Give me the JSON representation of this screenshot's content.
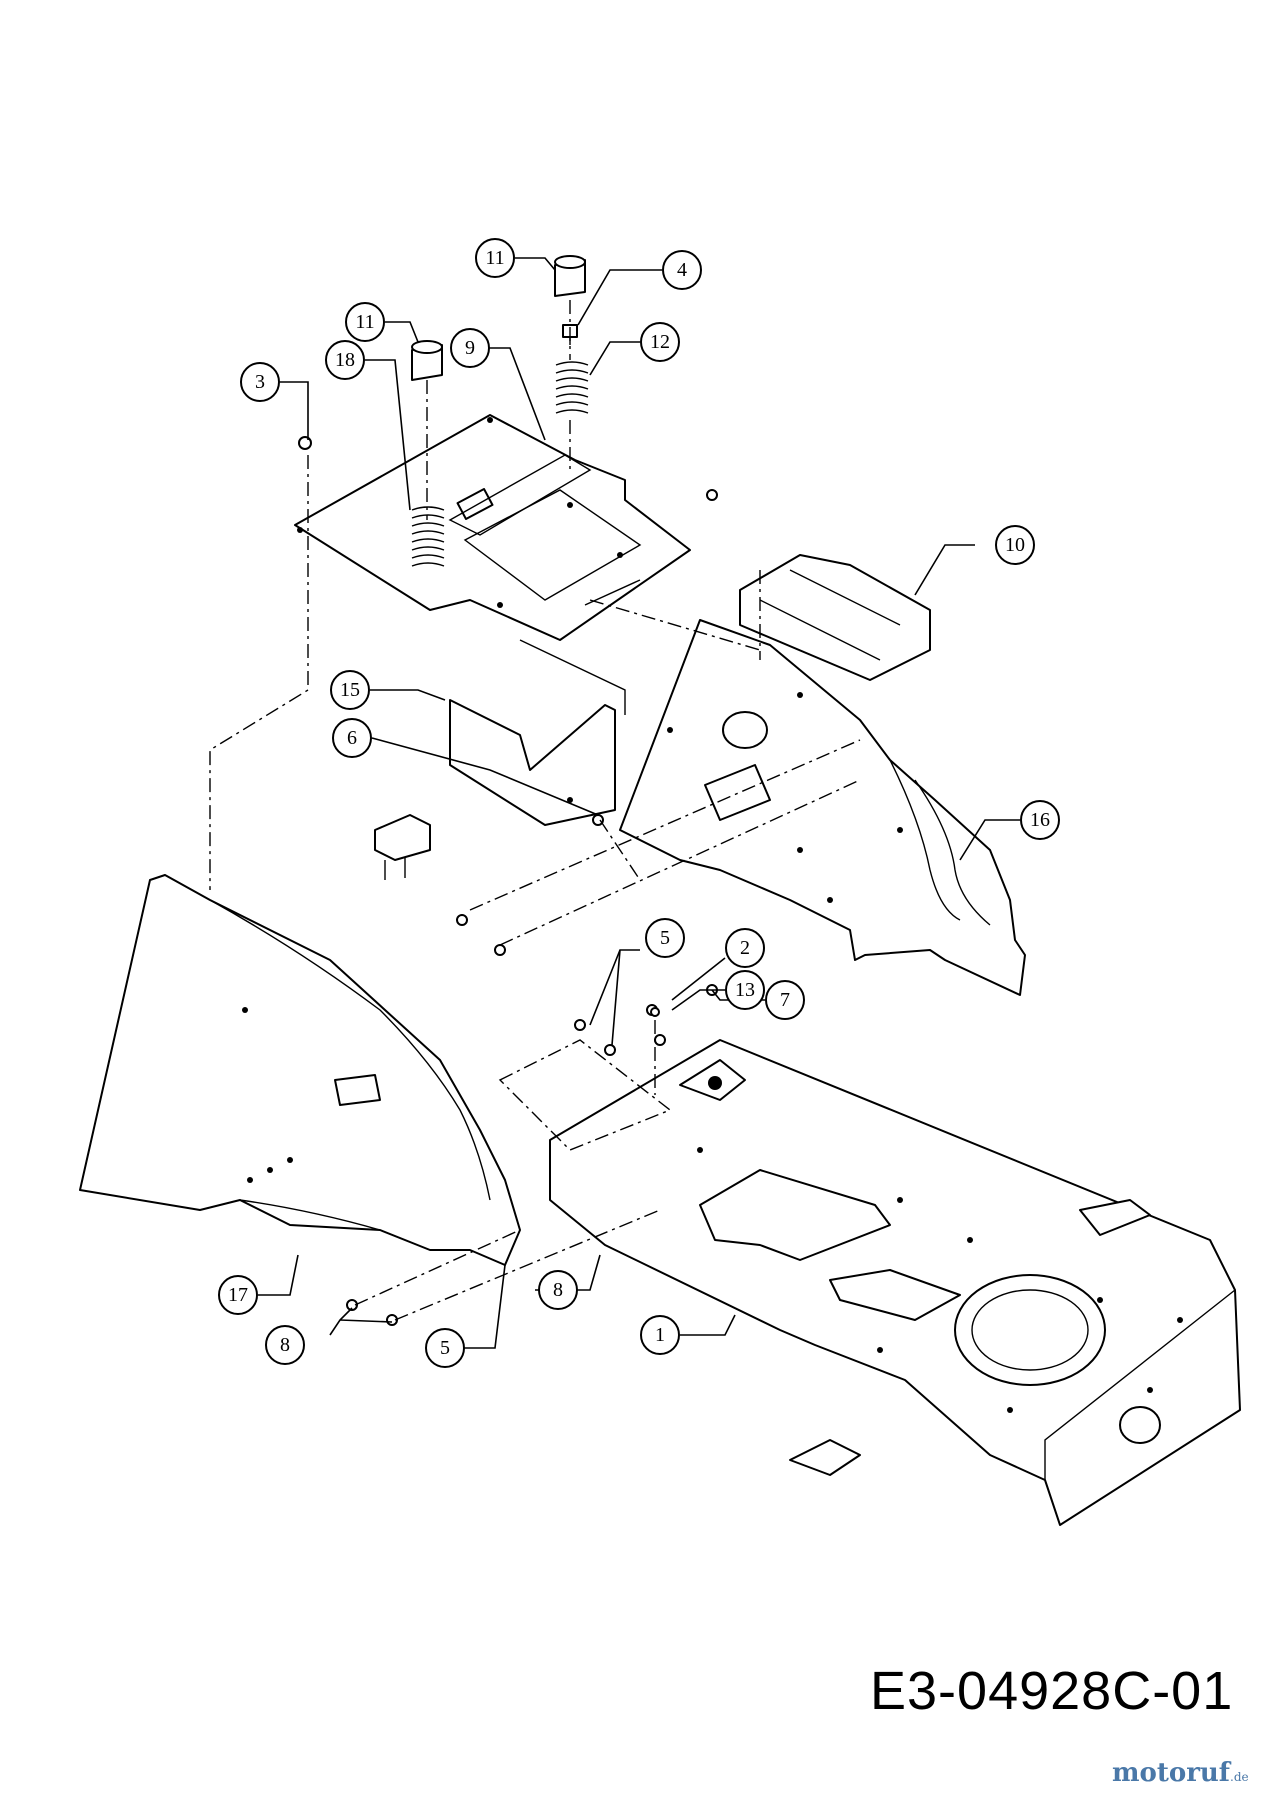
{
  "callouts": [
    {
      "label": "1"
    },
    {
      "label": "2"
    },
    {
      "label": "3"
    },
    {
      "label": "4"
    },
    {
      "label": "5"
    },
    {
      "label": "5"
    },
    {
      "label": "6"
    },
    {
      "label": "7"
    },
    {
      "label": "8"
    },
    {
      "label": "8"
    },
    {
      "label": "9"
    },
    {
      "label": "10"
    },
    {
      "label": "11"
    },
    {
      "label": "11"
    },
    {
      "label": "12"
    },
    {
      "label": "13"
    },
    {
      "label": "15"
    },
    {
      "label": "16"
    },
    {
      "label": "17"
    },
    {
      "label": "18"
    }
  ],
  "drawing_number": "E3-04928C-01",
  "watermark": {
    "main": "motoruf",
    "suffix": ".de"
  }
}
